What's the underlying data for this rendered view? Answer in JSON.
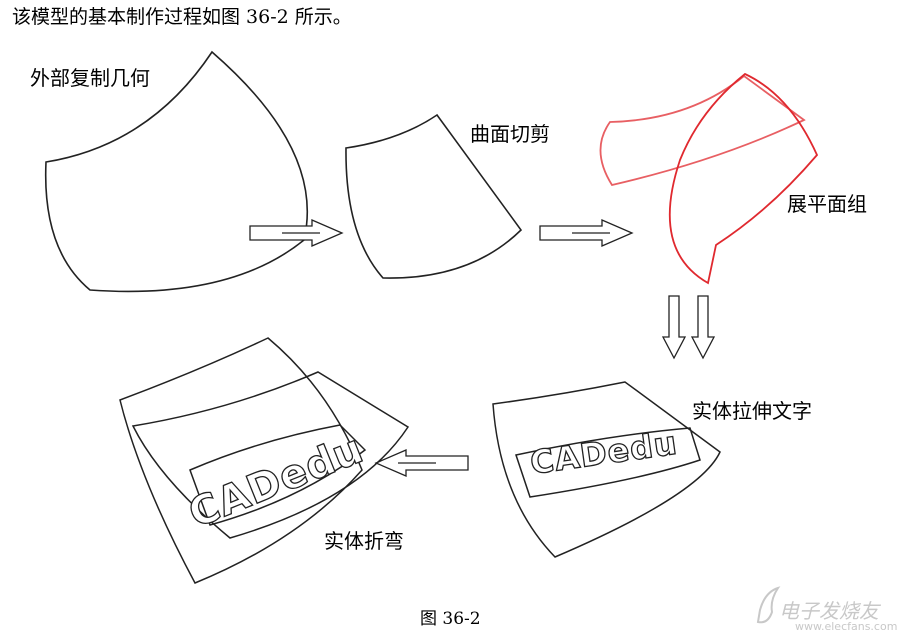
{
  "intro_text": "该模型的基本制作过程如图 36-2 所示。",
  "steps": {
    "step1": "外部复制几何",
    "step2": "曲面切剪",
    "step3": "展平面组",
    "step4": "实体拉伸文字",
    "step5": "实体折弯"
  },
  "embossed_text": "CADedu",
  "caption": "图 36-2",
  "watermark": {
    "text": "电子发烧友",
    "url": "www.elecfans.com"
  },
  "colors": {
    "flatten_curve": "#e0292f",
    "line": "#222222"
  }
}
